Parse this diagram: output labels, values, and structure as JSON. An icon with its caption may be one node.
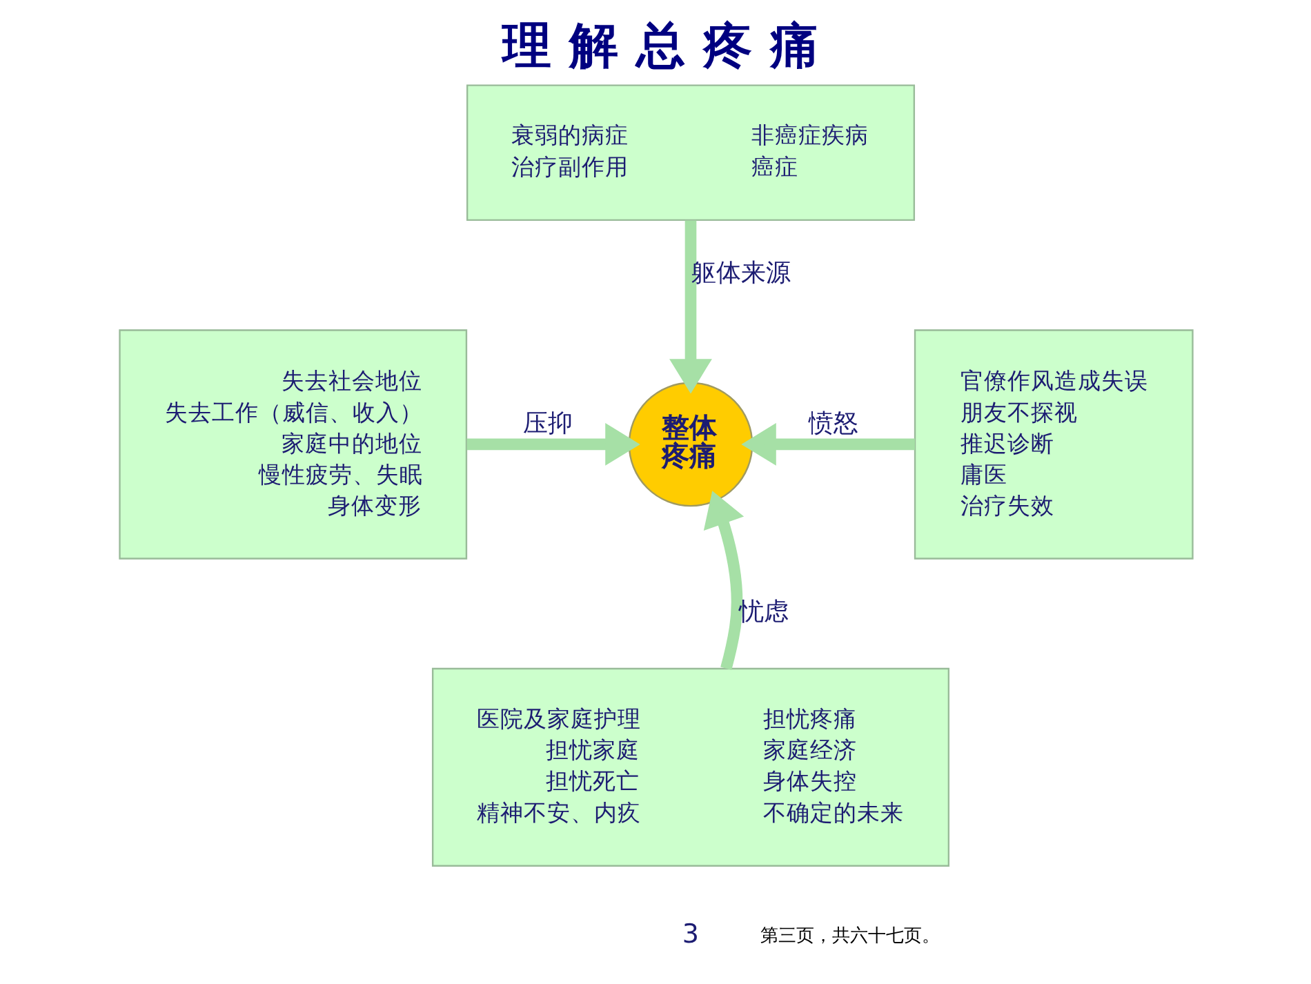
{
  "diagram": {
    "title": "理 解 总 疼 痛",
    "nodes": [
      {
        "text": [
          "衰弱的病症",
          "非癌症疾病",
          "治疗副作用",
          "癌症"
        ]
      },
      {
        "text": [
          "失去社会地位",
          "失去工作（威信、收入）",
          "家庭中的地位",
          "慢性疲劳、失眠",
          "身体变形"
        ]
      },
      {
        "text": [
          "整体疼痛"
        ]
      },
      {
        "text": [
          "官僚作风造成失误",
          "朋友不探视",
          "推迟诊断",
          "庸医",
          "治疗失效"
        ]
      },
      {
        "text": [
          "医院及家庭护理",
          "担忧疼痛",
          "担忧家庭",
          "家庭经济",
          "担忧死亡",
          "身体失控",
          "精神不安、内疚",
          "不确定的未来"
        ]
      }
    ],
    "edges": [
      {
        "from": 0,
        "to": 2,
        "arrow": "to",
        "label": "躯体来源"
      },
      {
        "from": 1,
        "to": 2,
        "arrow": "to",
        "label": "压抑"
      },
      {
        "from": 3,
        "to": 2,
        "arrow": "to",
        "label": "愤怒"
      },
      {
        "from": 4,
        "to": 2,
        "arrow": "to",
        "label": "忧虑"
      }
    ],
    "labels": [
      "3",
      "第三页，共六十七页。"
    ]
  }
}
